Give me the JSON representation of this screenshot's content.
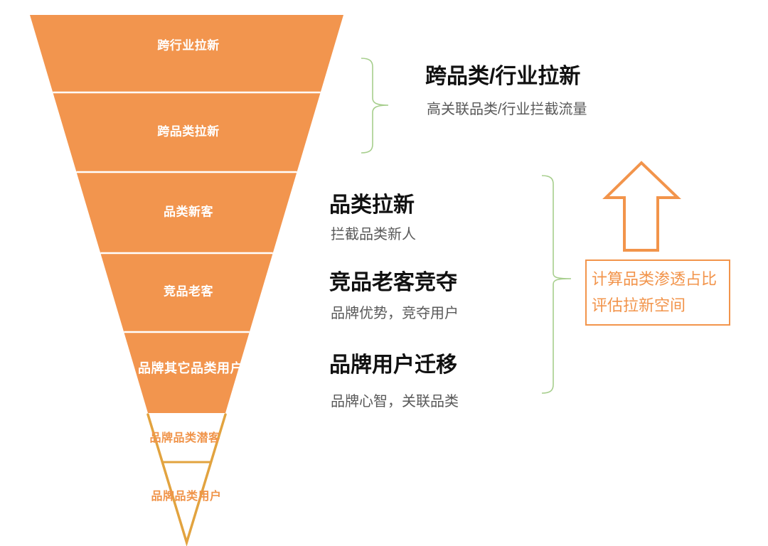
{
  "colors": {
    "funnel_fill": "#F2954E",
    "funnel_outline_gold": "#E2A33F",
    "accent_orange": "#F2944B",
    "orange_label_text": "#F0944A",
    "bracket_green": "#A6CE8C",
    "heading_text": "#111111",
    "subtext_gray": "#595959",
    "segment_divider": "#FFFFFF"
  },
  "funnel": {
    "segments": [
      {
        "label": "跨行业拉新",
        "style": "filled"
      },
      {
        "label": "跨品类拉新",
        "style": "filled"
      },
      {
        "label": "品类新客",
        "style": "filled"
      },
      {
        "label": "竞品老客",
        "style": "filled"
      },
      {
        "label": "品牌其它品类用户",
        "style": "filled"
      },
      {
        "label": "品牌品类潜客",
        "style": "outlined"
      },
      {
        "label": "品牌品类用户",
        "style": "outlined"
      }
    ]
  },
  "annotations": {
    "group_top": {
      "title": "跨品类/行业拉新",
      "subtitle": "高关联品类/行业拦截流量"
    },
    "group_mid": [
      {
        "title": "品类拉新",
        "subtitle": "拦截品类新人"
      },
      {
        "title": "竞品老客竞夺",
        "subtitle": "品牌优势，竞夺用户"
      },
      {
        "title": "品牌用户迁移",
        "subtitle": "品牌心智，关联品类"
      }
    ]
  },
  "callout": {
    "lines": [
      "计算品类渗透占比",
      "评估拉新空间"
    ]
  }
}
